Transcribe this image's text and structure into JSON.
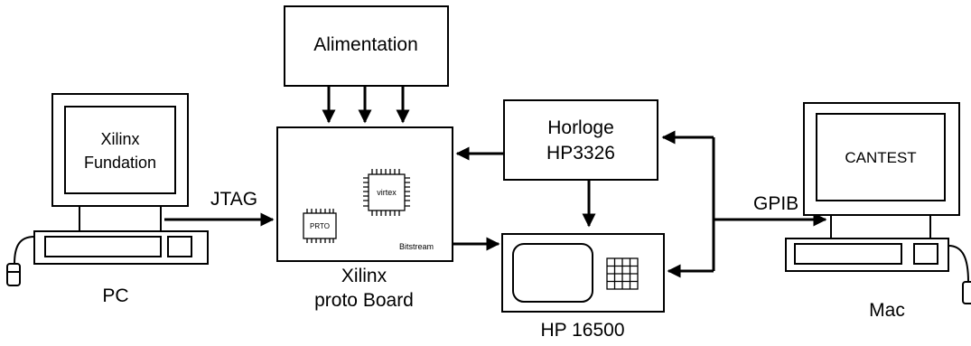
{
  "colors": {
    "stroke": "#000000",
    "background": "#ffffff"
  },
  "alimentation": {
    "label": "Alimentation"
  },
  "pc": {
    "screen_line1": "Xilinx",
    "screen_line2": "Fundation",
    "label": "PC"
  },
  "board": {
    "chip_small": "PRTO",
    "chip_large": "virtex",
    "port_label": "Bitstream",
    "label_line1": "Xilinx",
    "label_line2": "proto Board"
  },
  "clock": {
    "line1": "Horloge",
    "line2": "HP3326"
  },
  "analyzer": {
    "label": "HP 16500"
  },
  "mac": {
    "screen_text": "CANTEST",
    "label": "Mac"
  },
  "links": {
    "jtag": "JTAG",
    "gpib": "GPIB"
  }
}
